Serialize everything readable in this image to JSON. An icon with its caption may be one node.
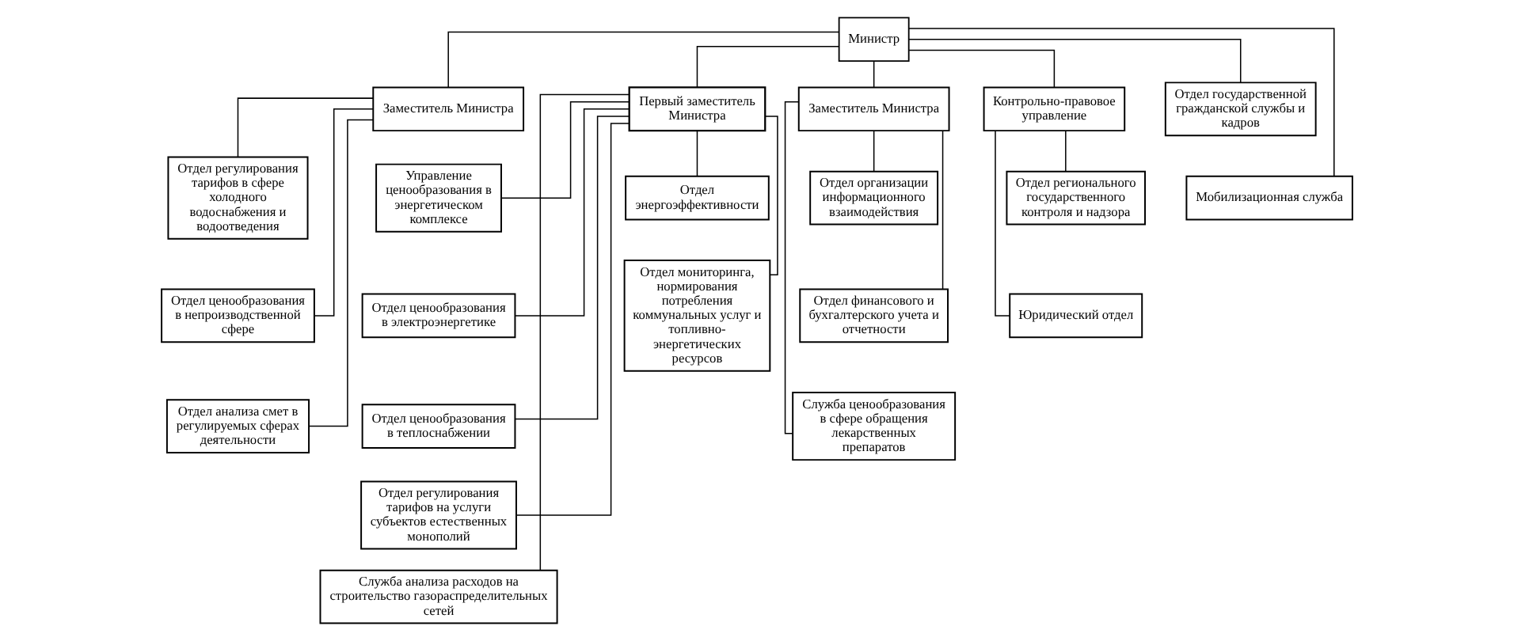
{
  "diagram": {
    "nodes": [
      {
        "text": [
          "Министр"
        ]
      },
      {
        "text": [
          "Заместитель Министра"
        ]
      },
      {
        "text": [
          "Отдел регулирования тарифов в сфере холодного водоснабжения и водоотведения"
        ]
      },
      {
        "text": [
          "Отдел ценообразования в непроизводственной сфере"
        ]
      },
      {
        "text": [
          "Отдел анализа смет в регулируемых сферах деятельности"
        ]
      },
      {
        "text": [
          "Первый заместитель Министра"
        ]
      },
      {
        "text": [
          "Управление ценообразования в энергетическом комплексе"
        ]
      },
      {
        "text": [
          "Отдел ценообразования в электроэнергетике"
        ]
      },
      {
        "text": [
          "Отдел ценообразования в теплоснабжении"
        ]
      },
      {
        "text": [
          "Отдел регулирования тарифов на услуги субъектов естественных монополий"
        ]
      },
      {
        "text": [
          "Служба анализа расходов на строительство газораспределительных сетей"
        ]
      },
      {
        "text": [
          "Отдел энергоэффективности"
        ]
      },
      {
        "text": [
          "Отдел мониторинга, нормирования потребления коммунальных услуг и топливно-энергетических ресурсов"
        ]
      },
      {
        "text": [
          "Заместитель Министра"
        ]
      },
      {
        "text": [
          "Отдел организации информационного взаимодействия"
        ]
      },
      {
        "text": [
          "Отдел финансового и бухгалтерского учета и отчетности"
        ]
      },
      {
        "text": [
          "Служба ценообразования в сфере обращения лекарственных препаратов"
        ]
      },
      {
        "text": [
          "Контрольно-правовое управление"
        ]
      },
      {
        "text": [
          "Отдел регионального государственного контроля и надзора"
        ]
      },
      {
        "text": [
          "Юридический отдел"
        ]
      },
      {
        "text": [
          "Отдел государственной гражданской службы и кадров"
        ]
      },
      {
        "text": [
          "Мобилизационная служба"
        ]
      }
    ],
    "edges": [
      {
        "from": 0,
        "to": 1,
        "arrow": "none"
      },
      {
        "from": 0,
        "to": 5,
        "arrow": "none"
      },
      {
        "from": 0,
        "to": 13,
        "arrow": "none"
      },
      {
        "from": 0,
        "to": 17,
        "arrow": "none"
      },
      {
        "from": 0,
        "to": 20,
        "arrow": "none"
      },
      {
        "from": 0,
        "to": 21,
        "arrow": "none"
      },
      {
        "from": 1,
        "to": 2,
        "arrow": "none"
      },
      {
        "from": 1,
        "to": 3,
        "arrow": "none"
      },
      {
        "from": 1,
        "to": 4,
        "arrow": "none"
      },
      {
        "from": 5,
        "to": 6,
        "arrow": "none"
      },
      {
        "from": 5,
        "to": 7,
        "arrow": "none"
      },
      {
        "from": 5,
        "to": 8,
        "arrow": "none"
      },
      {
        "from": 5,
        "to": 9,
        "arrow": "none"
      },
      {
        "from": 5,
        "to": 10,
        "arrow": "none"
      },
      {
        "from": 5,
        "to": 11,
        "arrow": "none"
      },
      {
        "from": 5,
        "to": 12,
        "arrow": "none"
      },
      {
        "from": 13,
        "to": 14,
        "arrow": "none"
      },
      {
        "from": 13,
        "to": 15,
        "arrow": "none"
      },
      {
        "from": 13,
        "to": 16,
        "arrow": "none"
      },
      {
        "from": 17,
        "to": 18,
        "arrow": "none"
      },
      {
        "from": 17,
        "to": 19,
        "arrow": "none"
      }
    ]
  }
}
